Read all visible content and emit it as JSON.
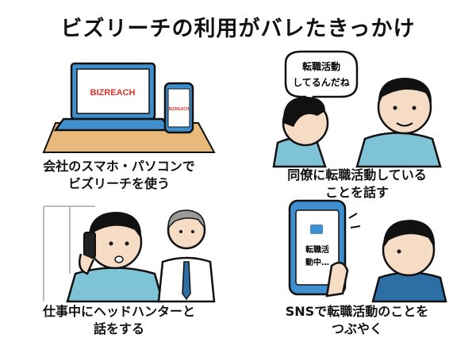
{
  "title": "ビズリーチの利用がバレたきっかけ",
  "panels": [
    {
      "caption_line1": "会社のスマホ・パソコンで",
      "caption_line2": "ビズリーチを使う",
      "laptop_logo": "BIZREACH",
      "phone_logo": "BIZREACH"
    },
    {
      "bubble_line1": "転職活動",
      "bubble_line2": "してるんだね",
      "caption_line1": "同僚に転職活動している",
      "caption_line2": "ことを話す"
    },
    {
      "caption_line1": "仕事中にヘッドハンターと",
      "caption_line2": "話をする"
    },
    {
      "phone_text_line1": "転職活",
      "phone_text_line2": "動中…",
      "caption_line1": "SNSで転職活動のことを",
      "caption_line2": "つぶやく"
    }
  ],
  "colors": {
    "accent_red": "#d8322b",
    "shirt_blue": "#7fc4d6",
    "desk": "#e9b97a",
    "device_blue": "#3f8fcf",
    "skin": "#f6dcc5"
  }
}
